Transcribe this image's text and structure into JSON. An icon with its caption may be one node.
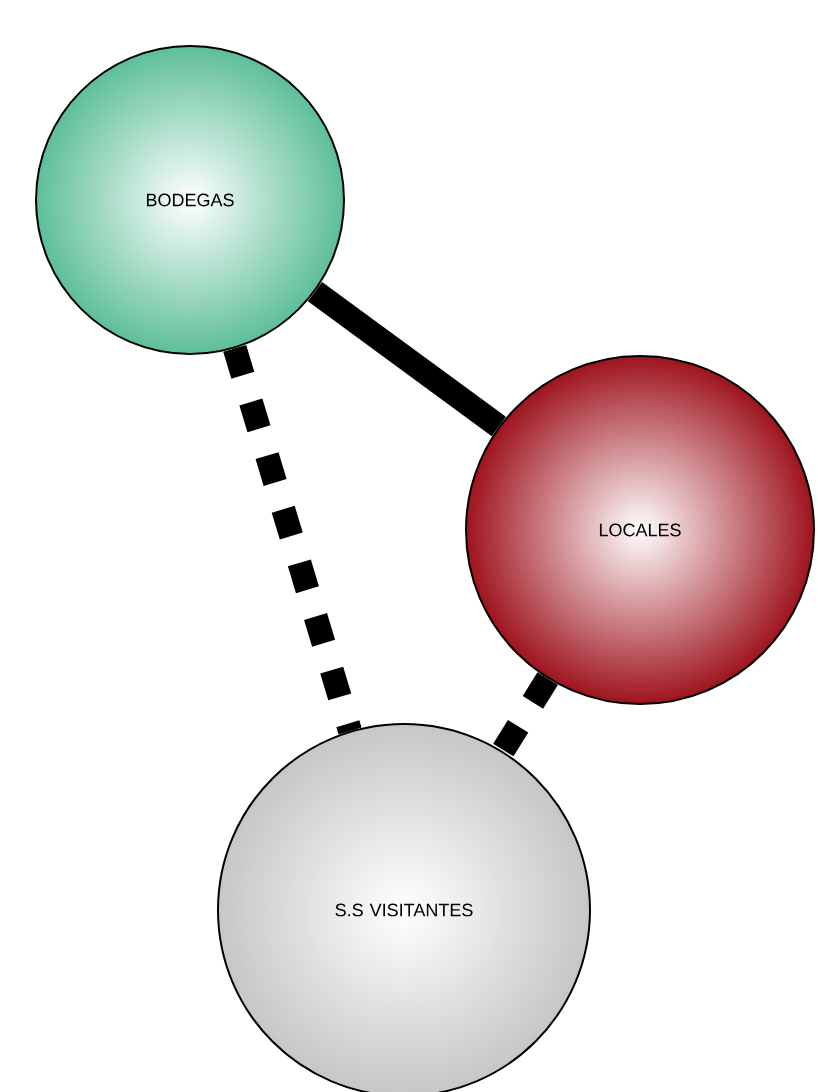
{
  "diagram": {
    "nodes": [
      {
        "text": [
          "BODEGAS"
        ]
      },
      {
        "text": [
          "LOCALES"
        ]
      },
      {
        "text": [
          "S.S VISITANTES"
        ]
      }
    ],
    "edges": [
      {
        "from": 0,
        "to": 1,
        "arrow": "none"
      },
      {
        "from": 0,
        "to": 2,
        "arrow": "none",
        "style": "dashed"
      },
      {
        "from": 1,
        "to": 2,
        "arrow": "none",
        "style": "dashed"
      }
    ]
  }
}
